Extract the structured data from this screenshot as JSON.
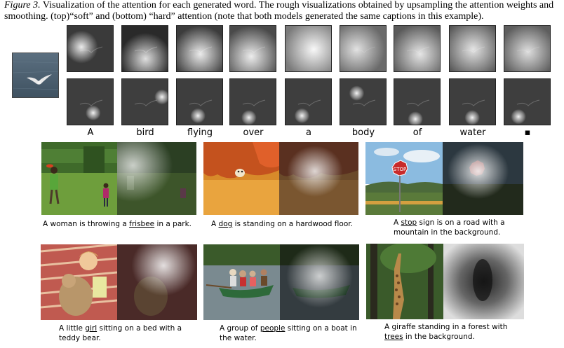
{
  "caption": {
    "figure_label": "Figure 3.",
    "text": " Visualization of the attention for each generated word. The rough visualizations obtained by upsampling the attention weights and smoothing. (top)“soft” and (bottom) “hard” attention (note that both models generated the same captions in this example)."
  },
  "words": [
    "A",
    "bird",
    "flying",
    "over",
    "a",
    "body",
    "of",
    "water",
    "▪"
  ],
  "examples": [
    {
      "pre": "A woman is throwing a ",
      "word": "frisbee",
      "post": " in a park."
    },
    {
      "pre": "A ",
      "word": "dog",
      "post": " is standing on a hardwood floor."
    },
    {
      "pre": "A ",
      "word": "stop",
      "post": " sign is on a road with a mountain in the background."
    },
    {
      "pre": "A little ",
      "word": "girl",
      "post": " sitting on a bed with a teddy bear."
    },
    {
      "pre": "A group of ",
      "word": "people",
      "post": " sitting on a boat in the water."
    },
    {
      "pre": "A giraffe standing in a forest with ",
      "word": "trees",
      "post": " in the background."
    }
  ]
}
